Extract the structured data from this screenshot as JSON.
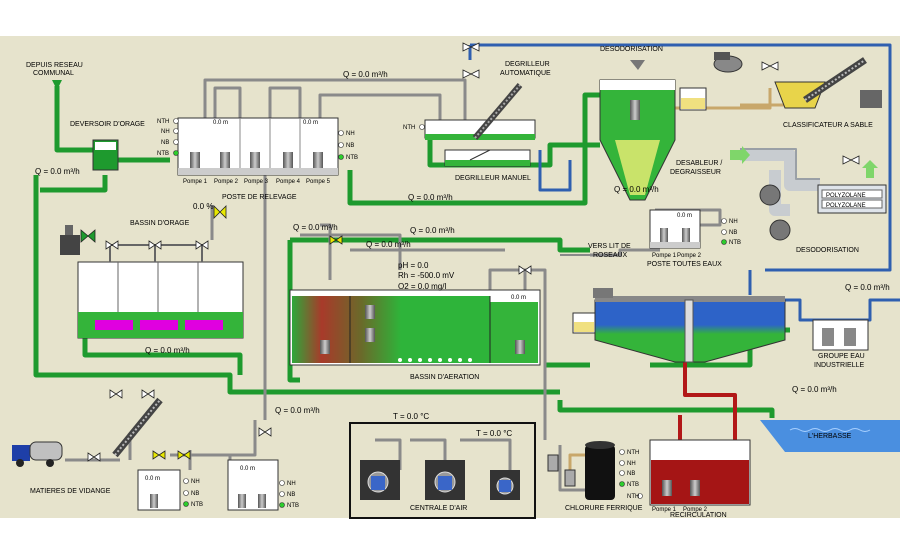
{
  "labels": {
    "depuis_reseau": "DEPUIS RESEAU",
    "communal": "COMMUNAL",
    "deversoir": "DEVERSOIR D'ORAGE",
    "poste_relevage": "POSTE DE RELEVAGE",
    "bassin_orage": "BASSIN D'ORAGE",
    "degrilleur_auto_1": "DEGRILLEUR",
    "degrilleur_auto_2": "AUTOMATIQUE",
    "degrilleur_manuel": "DEGRILLEUR MANUEL",
    "desodorisation_top": "DESODORISATION",
    "classificateur": "CLASSIFICATEUR A SABLE",
    "dessableur_1": "DESABLEUR /",
    "dessableur_2": "DEGRAISSEUR",
    "desodorisation_right": "DESODORISATION",
    "poste_toutes_eaux": "POSTE TOUTES EAUX",
    "vers_lit_1": "VERS LIT DE",
    "vers_lit_2": "ROSEAUX",
    "bassin_aeration": "BASSIN D'AERATION",
    "groupe_eau_1": "GROUPE EAU",
    "groupe_eau_2": "INDUSTRIELLE",
    "herbasse": "L'HERBASSE",
    "matieres_vidange": "MATIERES DE VIDANGE",
    "centrale_air": "CENTRALE D'AIR",
    "chlorure": "CHLORURE FERRIQUE",
    "recirculation": "RECIRCULATION",
    "polyzolane_1": "POLYZOLANE",
    "polyzolane_2": "POLYZOLANE"
  },
  "pumps": {
    "p1": "Pompe 1",
    "p2": "Pompe 2",
    "p3": "Pompe 3",
    "p4": "Pompe 4",
    "p5": "Pompe 5",
    "pte1": "Pompe 1",
    "pte2": "Pompe 2",
    "rec1": "Pompe 1",
    "rec2": "Pompe 2"
  },
  "levels": {
    "nth": "NTH",
    "nh": "NH",
    "nb": "NB",
    "ntb": "NTB"
  },
  "measurements": {
    "q_deversoir": "Q = 0.0 m³/h",
    "q_top": "Q = 0.0 m³/h",
    "q_relevage_out": "Q = 0.0 m³/h",
    "q_bassin_orage": "Q = 0.0 m³/h",
    "q_vidange": "Q = 0.0 m³/h",
    "q_aer_1": "Q = 0.0 m³/h",
    "q_aer_2": "Q = 0.0 m³/h",
    "q_aer_3": "Q = 0.0 m³/h",
    "q_dessableur": "Q = 0.0 m³/h",
    "q_clarif": "Q = 0.0 m³/h",
    "q_herbasse": "Q = 0.0 m³/h",
    "pct_valve": "0.0 %",
    "ph": "pH = 0.0",
    "rh": "Rh = -500.0 mV",
    "o2": "O2 = 0.0 mg/l",
    "temp_1": "T = 0.0 °C",
    "temp_2": "T = 0.0 °C",
    "lvl_relevage_1": "0.0 m",
    "lvl_relevage_2": "0.0 m",
    "lvl_pte": "0.0 m",
    "lvl_aer": "0.0 m",
    "lvl_vid_1": "0.0 m",
    "lvl_vid_2": "0.0 m"
  },
  "colors": {
    "background": "#e6e3cc",
    "pipe_green": "#1e9a2e",
    "pipe_grey": "#9a9a9a",
    "pipe_blue": "#2f5fb0",
    "pipe_red": "#b21818",
    "pipe_tan": "#c8a76a",
    "water_green": "#34b43a",
    "sludge_red": "#a51515",
    "water_blue": "#2d63c8",
    "magenta": "#e000e0",
    "valve_yellow": "#e8e800"
  }
}
